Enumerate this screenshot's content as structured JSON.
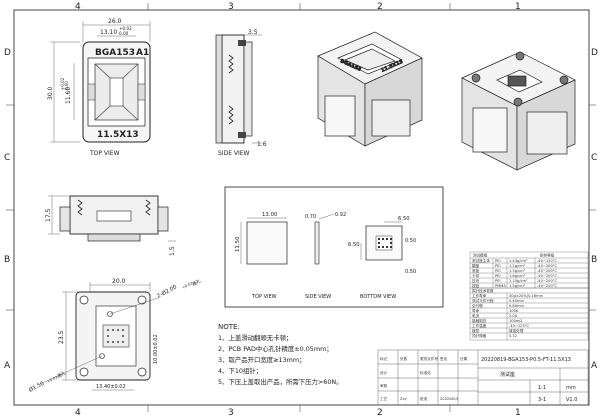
{
  "frame": {
    "top_numbers": [
      "4",
      "3",
      "2",
      "1"
    ],
    "bottom_numbers": [
      "4",
      "3",
      "2",
      "1"
    ],
    "left_letters": [
      "D",
      "C",
      "B",
      "A"
    ],
    "right_letters": [
      "D",
      "C",
      "B",
      "A"
    ]
  },
  "top_view": {
    "label": "TOP VIEW",
    "chip_label": "BGA153",
    "pin_mark": "A1",
    "size_label": "11.5X13",
    "dim_width": "26.0",
    "dim_opening": "13.10",
    "dim_opening_tol_upper": "+0.02",
    "dim_opening_tol_lower": "0.00",
    "dim_height": "30.0",
    "dim_inner": "11.60",
    "dim_inner_tol_upper": "+0.02",
    "dim_inner_tol_lower": "0.00"
  },
  "side_view": {
    "label": "SIDE VIEW",
    "dim_top": "3.5",
    "dim_bottom": "1.6"
  },
  "front_view": {
    "dim_height": "17.5",
    "dim_foot": "1.5"
  },
  "bottom_view": {
    "dim_width": "20.0",
    "dim_height": "23.5",
    "dim_hole_offset": "10.00±0.02",
    "dim_bottom": "13.40±0.02",
    "hole_a": "2-Ø2.00",
    "hole_a_suffix": "+0.02",
    "hole_a_note": "通孔",
    "hole_b": "Ø1.50",
    "hole_b_suffix": "+0.02",
    "hole_b_note": "通孔"
  },
  "chip_box": {
    "top_view_label": "TOP VIEW",
    "side_view_label": "SIDE VIEW",
    "bottom_view_label": "BOTTOM VIEW",
    "dim_width": "13.00",
    "dim_height": "11.50",
    "dim_thickness": "0.70",
    "dim_ball": "0.92",
    "dim_pitch_x": "6.50",
    "dim_pitch_y": "6.50",
    "dim_pad": "0.50",
    "dim_pad_y": "0.50"
  },
  "notes": {
    "heading": "NOTE:",
    "items": [
      "1、上盖滑动翻顺无卡顿；",
      "2、PCB PAD中心孔针精度±0.05mm；",
      "3、取产品开口宽度≥13mm；",
      "4、下10组针；",
      "5、下压上盖取出产品，所需下压力>60N。"
    ]
  },
  "spec_table": {
    "header": [
      "测试模组",
      "耐热等级"
    ],
    "rows": [
      [
        "测试座主体",
        "PEI",
        "1.43g/cm³",
        "-40~150°C"
      ],
      [
        "翻盖",
        "PEI",
        "1.2g/cm³",
        "-40~200°C"
      ],
      [
        "底板",
        "PEI",
        "1.5g/cm³",
        "-40~200°C"
      ],
      [
        "卡扣",
        "PEI",
        "1.6g/cm³",
        "-40~200°C"
      ],
      [
        "压块",
        "PEI",
        "1.15g/cm³",
        "-40~200°C"
      ],
      [
        "按钮",
        "PMMA",
        "1.5g/cm³",
        "-40~200°C"
      ]
    ],
    "section2_header": "探针技术参数",
    "section2_rows": [
      [
        "工作寿命",
        "30g±20%/0.16mm"
      ],
      [
        "测试元件行程",
        "0.40mm"
      ],
      [
        "全行程",
        "0.80mm"
      ],
      [
        "寿命",
        "100K"
      ],
      [
        "电流",
        "2.0A"
      ],
      [
        "接触阻抗",
        "100mΩ"
      ],
      [
        "工作温度",
        "-40~125°C"
      ],
      [
        "镀层",
        "镀金处理"
      ],
      [
        "顶针规格",
        "0.12"
      ]
    ]
  },
  "title_block": {
    "rows": [
      [
        "标记",
        "处数",
        "更改文件号",
        "签名",
        "日期"
      ],
      [
        "设计",
        "",
        "标准化",
        "",
        ""
      ],
      [
        "审核",
        "",
        "",
        "",
        ""
      ],
      [
        "工艺",
        "",
        "批准",
        "",
        ""
      ]
    ],
    "drawing_no": "20220819-BGA153-P0.5-FT-11.5X13",
    "product": "测试座",
    "scale": "1:1",
    "unit": "mm",
    "date": "20220819",
    "sheet": "3-1",
    "version": "V1.0",
    "author": "Zxy"
  }
}
